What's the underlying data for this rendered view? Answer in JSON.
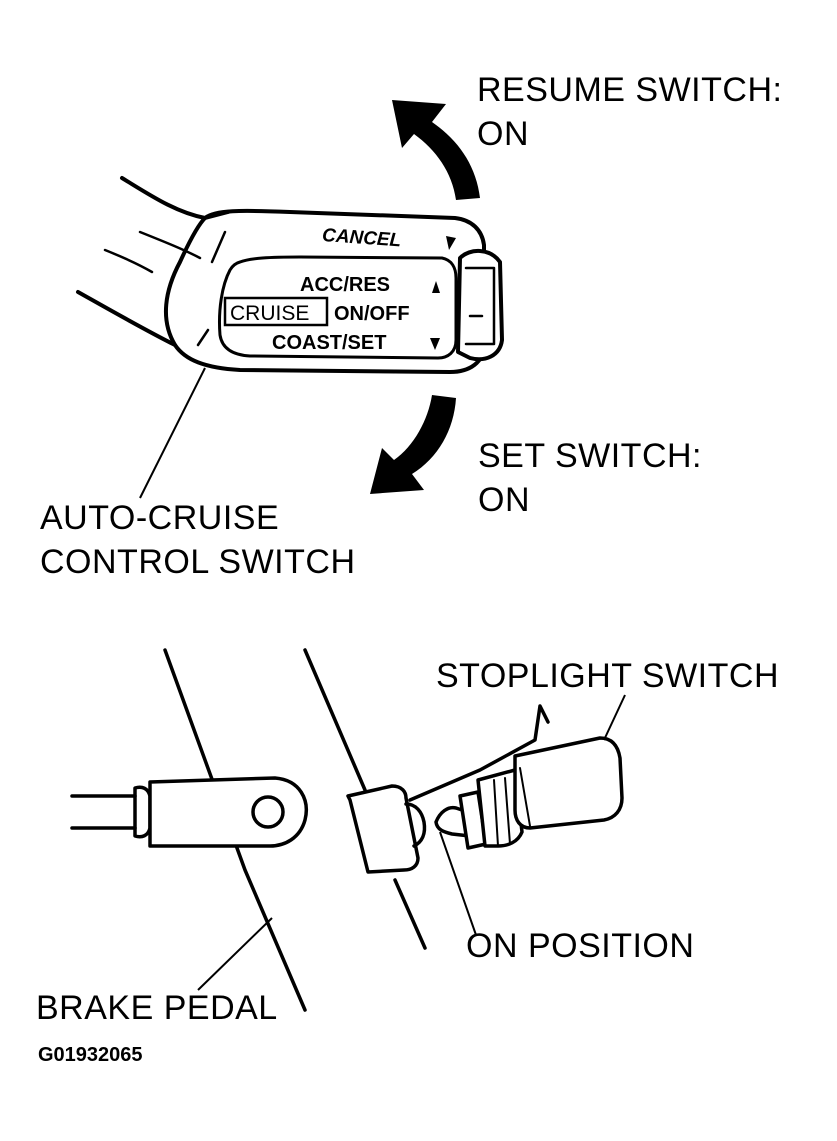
{
  "switch_panel": {
    "cancel": "CANCEL",
    "acc_res": "ACC/RES",
    "cruise": "CRUISE",
    "on_off": "ON/OFF",
    "coast_set": "COAST/SET"
  },
  "labels": {
    "resume_switch": [
      "RESUME SWITCH:",
      "ON"
    ],
    "set_switch": [
      "SET SWITCH:",
      "ON"
    ],
    "auto_cruise": [
      "AUTO-CRUISE",
      "CONTROL SWITCH"
    ],
    "stoplight_switch": "STOPLIGHT SWITCH",
    "on_position": "ON POSITION",
    "brake_pedal": "BRAKE PEDAL"
  },
  "figure_id": "G01932065"
}
